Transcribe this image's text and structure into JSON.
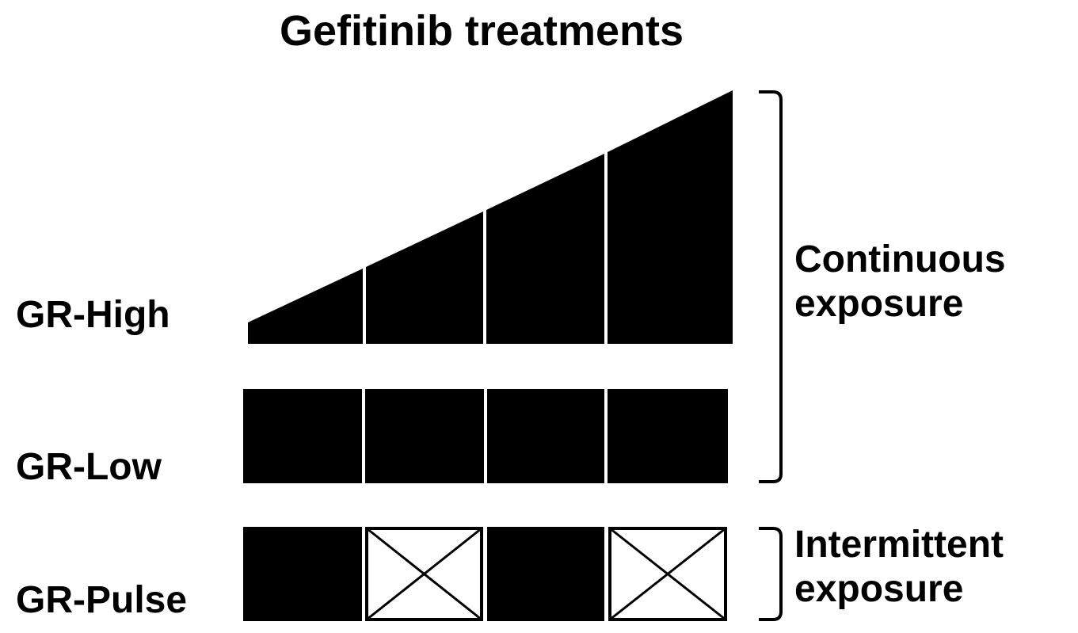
{
  "title": "Gefitinib treatments",
  "rows": [
    {
      "label": "GR-High"
    },
    {
      "label": "GR-Low"
    },
    {
      "label": "GR-Pulse"
    }
  ],
  "groups": [
    {
      "line1": "Continuous",
      "line2": "exposure"
    },
    {
      "line1": "Intermittent",
      "line2": "exposure"
    }
  ],
  "colors": {
    "fill": "#000000",
    "background": "#ffffff"
  }
}
